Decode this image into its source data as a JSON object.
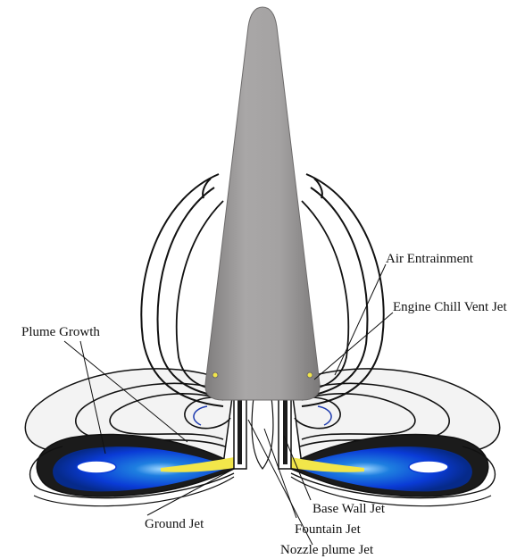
{
  "figure": {
    "labels": {
      "air_entrainment": "Air Entrainment",
      "engine_chill_vent_jet": "Engine Chill Vent Jet",
      "plume_growth": "Plume Growth",
      "base_wall_jet": "Base Wall Jet",
      "ground_jet": "Ground Jet",
      "fountain_jet": "Fountain Jet",
      "nozzle_plume_jet": "Nozzle plume Jet"
    },
    "colors": {
      "background": "#ffffff",
      "vehicle_body": "#9a9898",
      "streamline": "#111111",
      "plume_core": "#0a3bd6",
      "plume_mid": "#1e7fe0",
      "plume_hot": "#f2e64a"
    }
  }
}
